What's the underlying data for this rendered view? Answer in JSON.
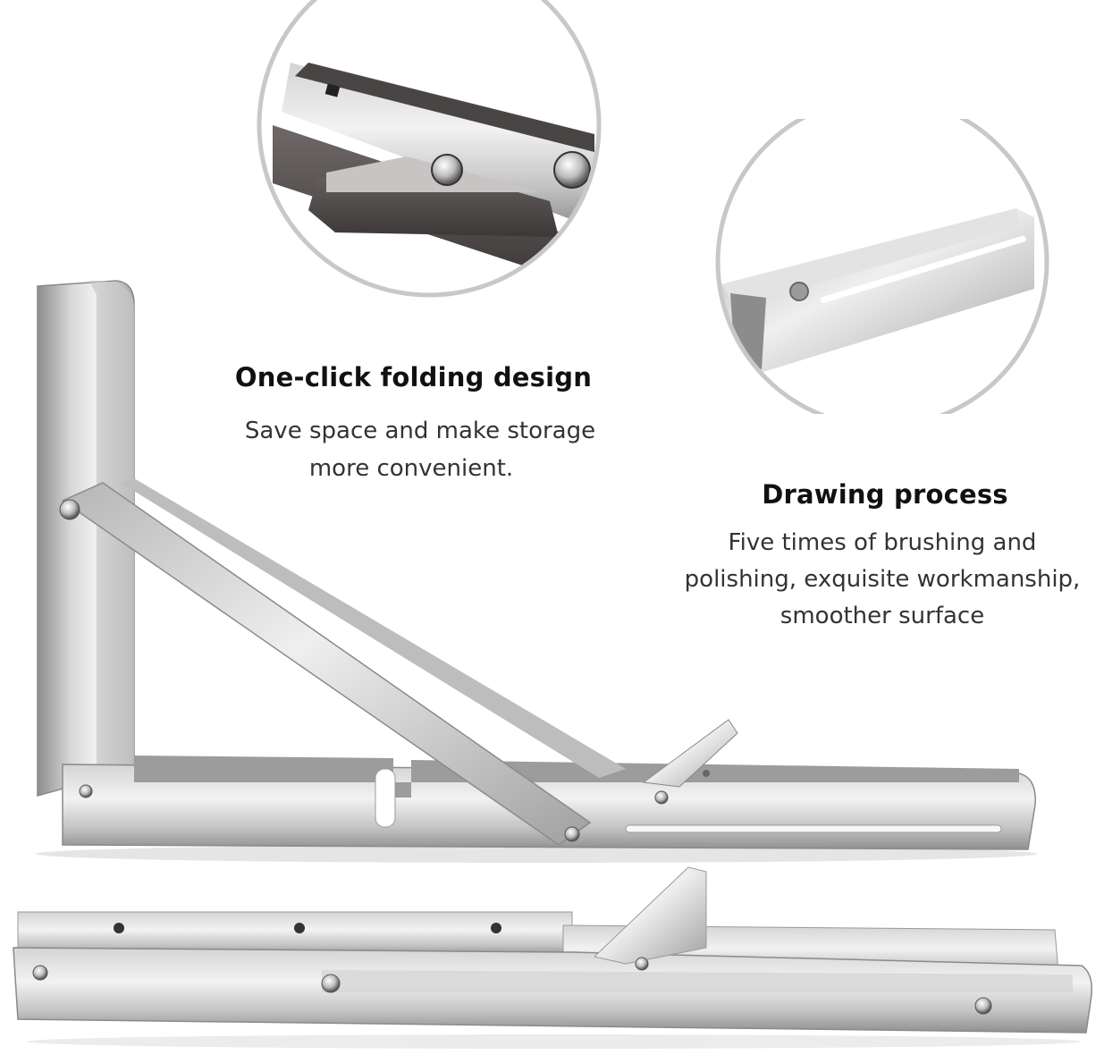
{
  "features": [
    {
      "title": "One-click folding design",
      "description_lines": [
        "Save space and make storage",
        "more convenient."
      ]
    },
    {
      "title": "Drawing process",
      "description_lines": [
        "Five times of brushing and",
        "polishing, exquisite workmanship,",
        "smoother surface"
      ]
    }
  ],
  "images": {
    "detail_circle_1": "folding-hinge-closeup",
    "detail_circle_2": "brushed-rail-closeup",
    "main_product": "folding-shelf-bracket-open",
    "secondary_product": "folding-shelf-bracket-folded"
  },
  "colors": {
    "background": "#ffffff",
    "circle_border": "#c8c8c8",
    "steel_light": "#e6e6e6",
    "steel_mid": "#b9b9b9",
    "steel_dark": "#7d7d7d"
  }
}
